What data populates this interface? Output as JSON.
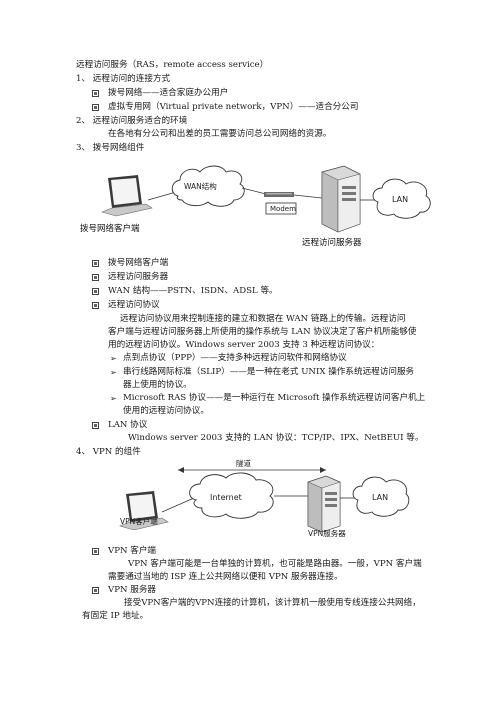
{
  "title": "远程访问服务（RAS，remote access service）",
  "s1": {
    "heading": "1、 远程访问的连接方式",
    "items": [
      "拨号网络——适合家庭办公用户",
      "虚拟专用网（Virtual private network，VPN）——适合分公司"
    ]
  },
  "s2": {
    "heading": "2、 远程访问服务适合的环境",
    "body": "在各地有分公司和出差的员工需要访问总公司网络的资源。"
  },
  "s3": {
    "heading": "3、 拨号网络组件",
    "diagram": {
      "cloud": "WAN结构",
      "modem": "Modem",
      "lan": "LAN",
      "client": "拨号网络客户端",
      "server": "远程访问服务器"
    },
    "items": [
      "拨号网络客户端",
      "远程访问服务器",
      "WAN 结构——PSTN、ISDN、ADSL 等。",
      "远程访问协议"
    ],
    "protocol_text": [
      "远程访问协议用来控制连接的建立和数据在 WAN 链路上的传输。远程访问",
      "客户端与远程访问服务器上所使用的操作系统与 LAN 协议决定了客户机所能够使",
      "用的远程访问协议。Windows server 2003 支持 3 种远程访问协议："
    ],
    "protocols": [
      {
        "line1": "点到点协议（PPP）——支持多种远程访问软件和网络协议"
      },
      {
        "line1": "串行线路网际标准（SLIP）——是一种在老式 UNIX 操作系统远程访问服务",
        "line2": "器上使用的协议。"
      },
      {
        "line1": "Microsoft RAS 协议——是一种运行在 Microsoft 操作系统远程访问客户机上",
        "line2": "使用的远程访问协议。"
      }
    ],
    "lan_item": "LAN 协议",
    "lan_text": "Windows server 2003 支持的 LAN 协议：TCP/IP、IPX、NetBEUI 等。"
  },
  "s4": {
    "heading": "4、 VPN 的组件",
    "diagram": {
      "tunnel": "隧道",
      "cloud": "Internet",
      "lan": "LAN",
      "client": "VPN客户端",
      "server": "VPN服务器"
    },
    "client_item": "VPN 客户端",
    "client_text": [
      "VPN 客户端可能是一台单独的计算机，也可能是路由器。一般，VPN 客户端",
      "需要通过当地的 ISP 连上公共网络以便和 VPN 服务器连接。"
    ],
    "server_item": "VPN 服务器",
    "server_text": [
      "接受VPN客户端的VPN连接的计算机，该计算机一般使用专线连接公共网络，",
      "有固定 IP 地址。"
    ]
  }
}
